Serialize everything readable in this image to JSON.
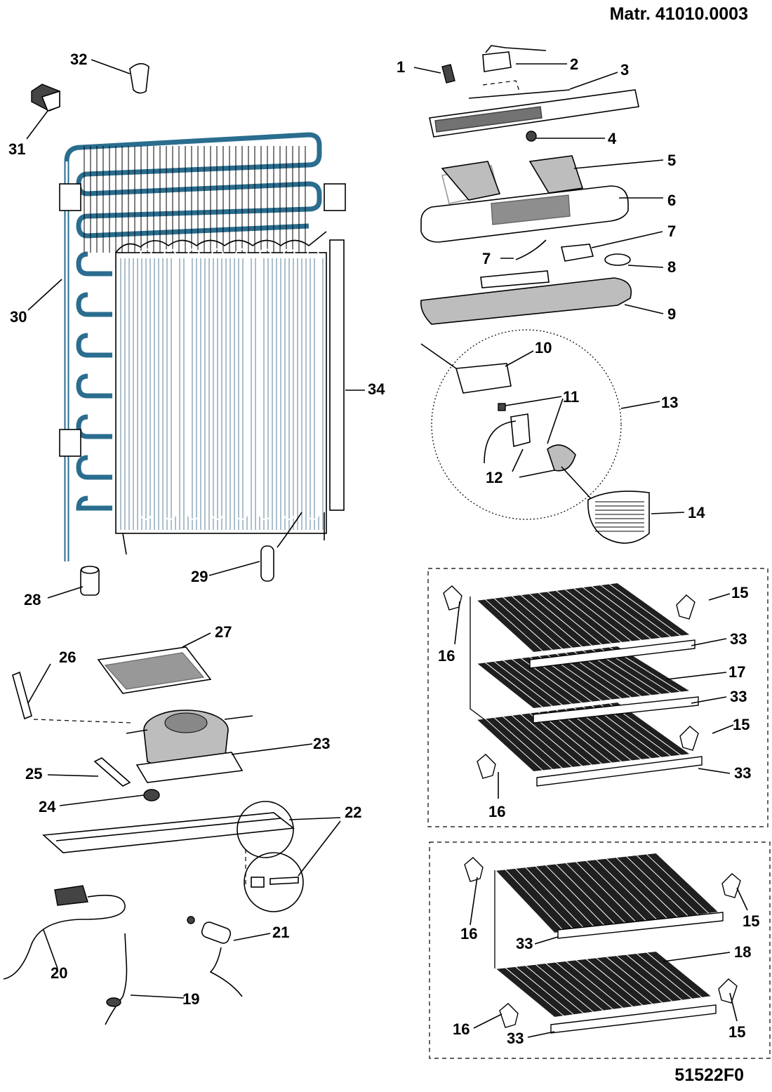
{
  "header": {
    "matr": "Matr. 41010.0003"
  },
  "footer": {
    "code": "51522F0"
  },
  "callouts": [
    "1",
    "2",
    "3",
    "4",
    "5",
    "6",
    "7",
    "7",
    "8",
    "9",
    "10",
    "11",
    "12",
    "13",
    "14",
    "15",
    "15",
    "15",
    "15",
    "16",
    "16",
    "16",
    "16",
    "17",
    "18",
    "19",
    "20",
    "21",
    "22",
    "23",
    "24",
    "25",
    "26",
    "27",
    "28",
    "29",
    "30",
    "31",
    "32",
    "33",
    "33",
    "33",
    "33",
    "33",
    "34"
  ],
  "colors": {
    "coil": "#2a6d8f",
    "ink": "#000000"
  }
}
